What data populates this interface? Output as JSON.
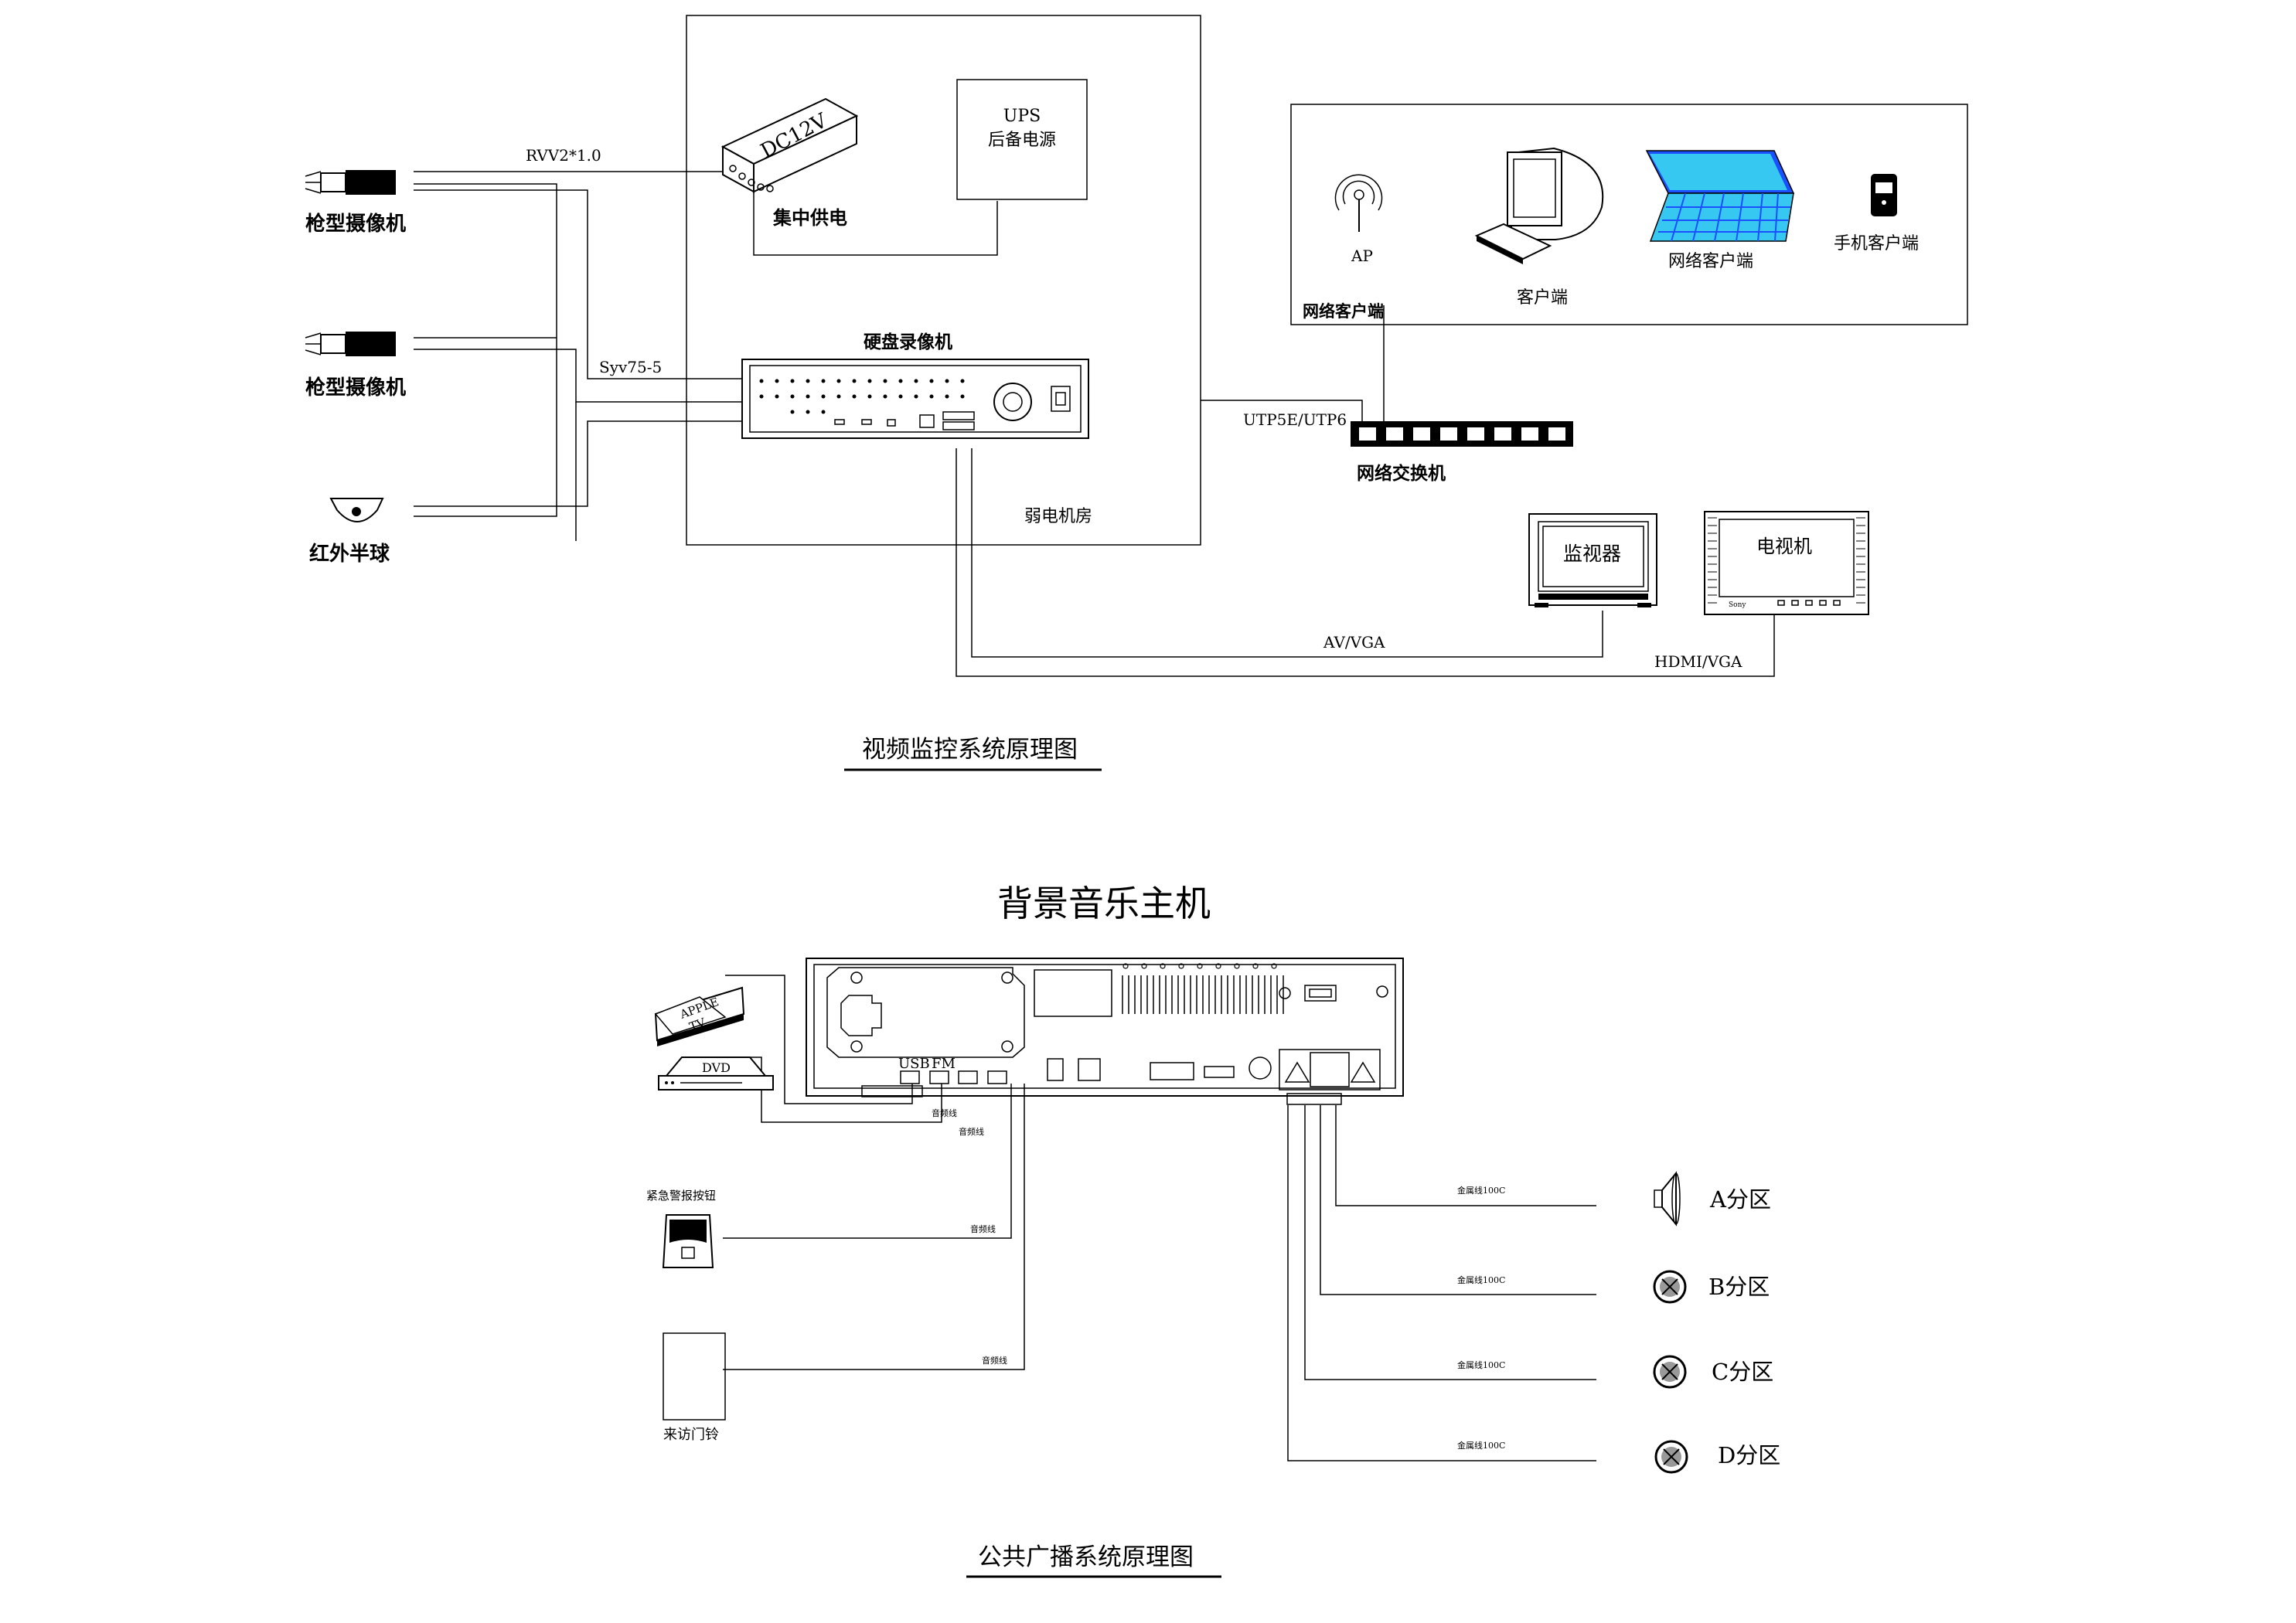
{
  "cctv": {
    "title": "视频监控系统原理图",
    "cameras": [
      "枪型摄像机",
      "枪型摄像机",
      "红外半球"
    ],
    "cables": {
      "power": "RVV2*1.0",
      "video": "Syv75-5",
      "network": "UTP5E/UTP6",
      "av": "AV/VGA",
      "hdmi": "HDMI/VGA"
    },
    "power_unit": {
      "body": "DC12V",
      "label": "集中供电"
    },
    "ups": {
      "line1": "UPS",
      "line2": "后备电源"
    },
    "dvr": "硬盘录像机",
    "room": "弱电机房",
    "switch": "网络交换机",
    "clients": {
      "group_label": "网络客户端",
      "ap": "AP",
      "pc": "客户端",
      "laptop": "网络客户端",
      "phone": "手机客户端"
    },
    "monitor": "监视器",
    "tv": "电视机",
    "tv_brand": "Sony"
  },
  "bgm": {
    "header": "背景音乐主机",
    "title": "公共广播系统原理图",
    "panel_labels": {
      "usb": "USB",
      "fm": "FM"
    },
    "sources": {
      "apple_tv": [
        "APPLE",
        "TV"
      ],
      "dvd": "DVD",
      "emergency": "紧急警报按钮",
      "doorbell": "来访门铃"
    },
    "cables": [
      "音频线",
      "音频线",
      "音频线",
      "音频线"
    ],
    "zone_cables": [
      "金属线100C",
      "金属线100C",
      "金属线100C",
      "金属线100C"
    ],
    "zones": [
      "A分区",
      "B分区",
      "C分区",
      "D分区"
    ]
  },
  "colors": {
    "line": "#000000",
    "laptop": "#36c8f0",
    "laptop_dark": "#1a50ff",
    "background": "#ffffff"
  }
}
